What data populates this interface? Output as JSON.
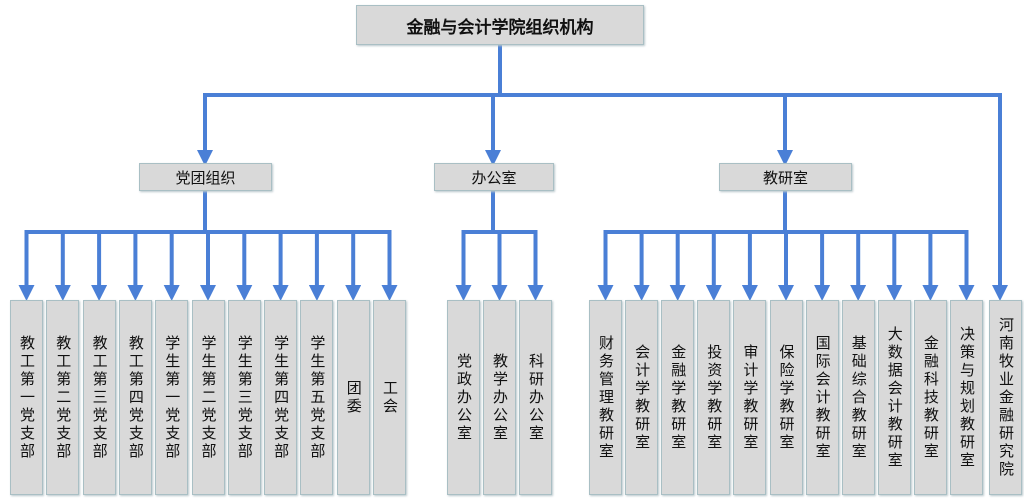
{
  "root": "金融与会计学院组织机构",
  "branches": [
    {
      "label": "党团组织",
      "children": [
        "教工第一党支部",
        "教工第二党支部",
        "教工第三党支部",
        "教工第四党支部",
        "学生第一党支部",
        "学生第二党支部",
        "学生第三党支部",
        "学生第四党支部",
        "学生第五党支部",
        "团委",
        "工会"
      ]
    },
    {
      "label": "办公室",
      "children": [
        "党政办公室",
        "教学办公室",
        "科研办公室"
      ]
    },
    {
      "label": "教研室",
      "children": [
        "财务管理教研室",
        "会计学教研室",
        "金融学教研室",
        "投资学教研室",
        "审计学教研室",
        "保险学教研室",
        "国际会计教研室",
        "基础综合教研室",
        "大数据会计教研室",
        "金融科技教研室",
        "决策与规划教研室"
      ]
    }
  ],
  "direct_child": "河南牧业金融研究院",
  "colors": {
    "arrow": "#4a7fd6",
    "box": "#d9d9d9"
  }
}
